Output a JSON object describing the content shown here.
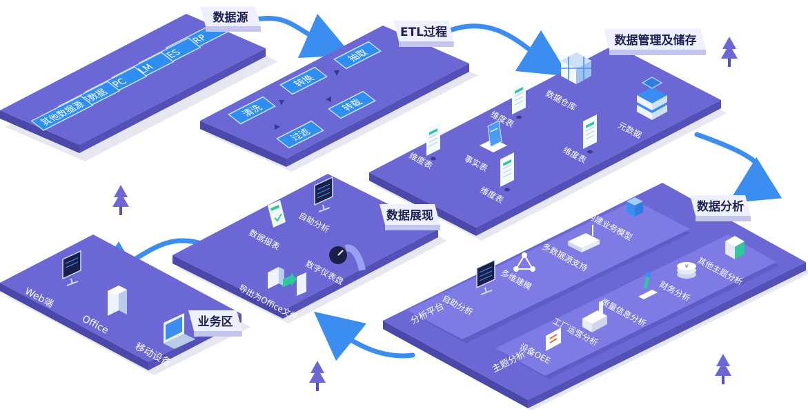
{
  "colors": {
    "platform_top": "#6b68d6",
    "platform_side": "#5351b8",
    "platform_shadow": "#e7e7f1",
    "chip": "#2f8ff0",
    "label_tab": "#eef0ff",
    "arrow": "#3b8ef0",
    "tree": "#6b68d6"
  },
  "data_source": {
    "title": "数据源",
    "items": [
      "ERP",
      "MES",
      "PLM",
      "OPC",
      "外部数据",
      "其他数据源"
    ]
  },
  "etl": {
    "title": "ETL过程",
    "steps": [
      "抽取",
      "转换",
      "转载",
      "清洗",
      "过滤"
    ]
  },
  "data_management": {
    "title": "数据管理及储存",
    "items": [
      "数据仓库",
      "元数据",
      "维度表",
      "维度表",
      "事实表",
      "维度表",
      "维度表"
    ]
  },
  "data_display": {
    "title": "数据展现",
    "items": [
      "数据报表",
      "自助分析",
      "数字仪表盘",
      "导出为Office文件"
    ]
  },
  "business_area": {
    "title": "业务区",
    "items": [
      "Web端",
      "Office",
      "移动设备"
    ]
  },
  "data_analysis": {
    "title": "数据分析",
    "platform_label": "分析平台",
    "platform_items": [
      "构建业务模型",
      "多数据源支持",
      "多维建模",
      "自助分析"
    ],
    "topic_label": "主题分析",
    "topic_items": [
      "其他主题分析",
      "财务分析",
      "质量信息分析",
      "工厂运营分析",
      "设备OEE"
    ]
  }
}
